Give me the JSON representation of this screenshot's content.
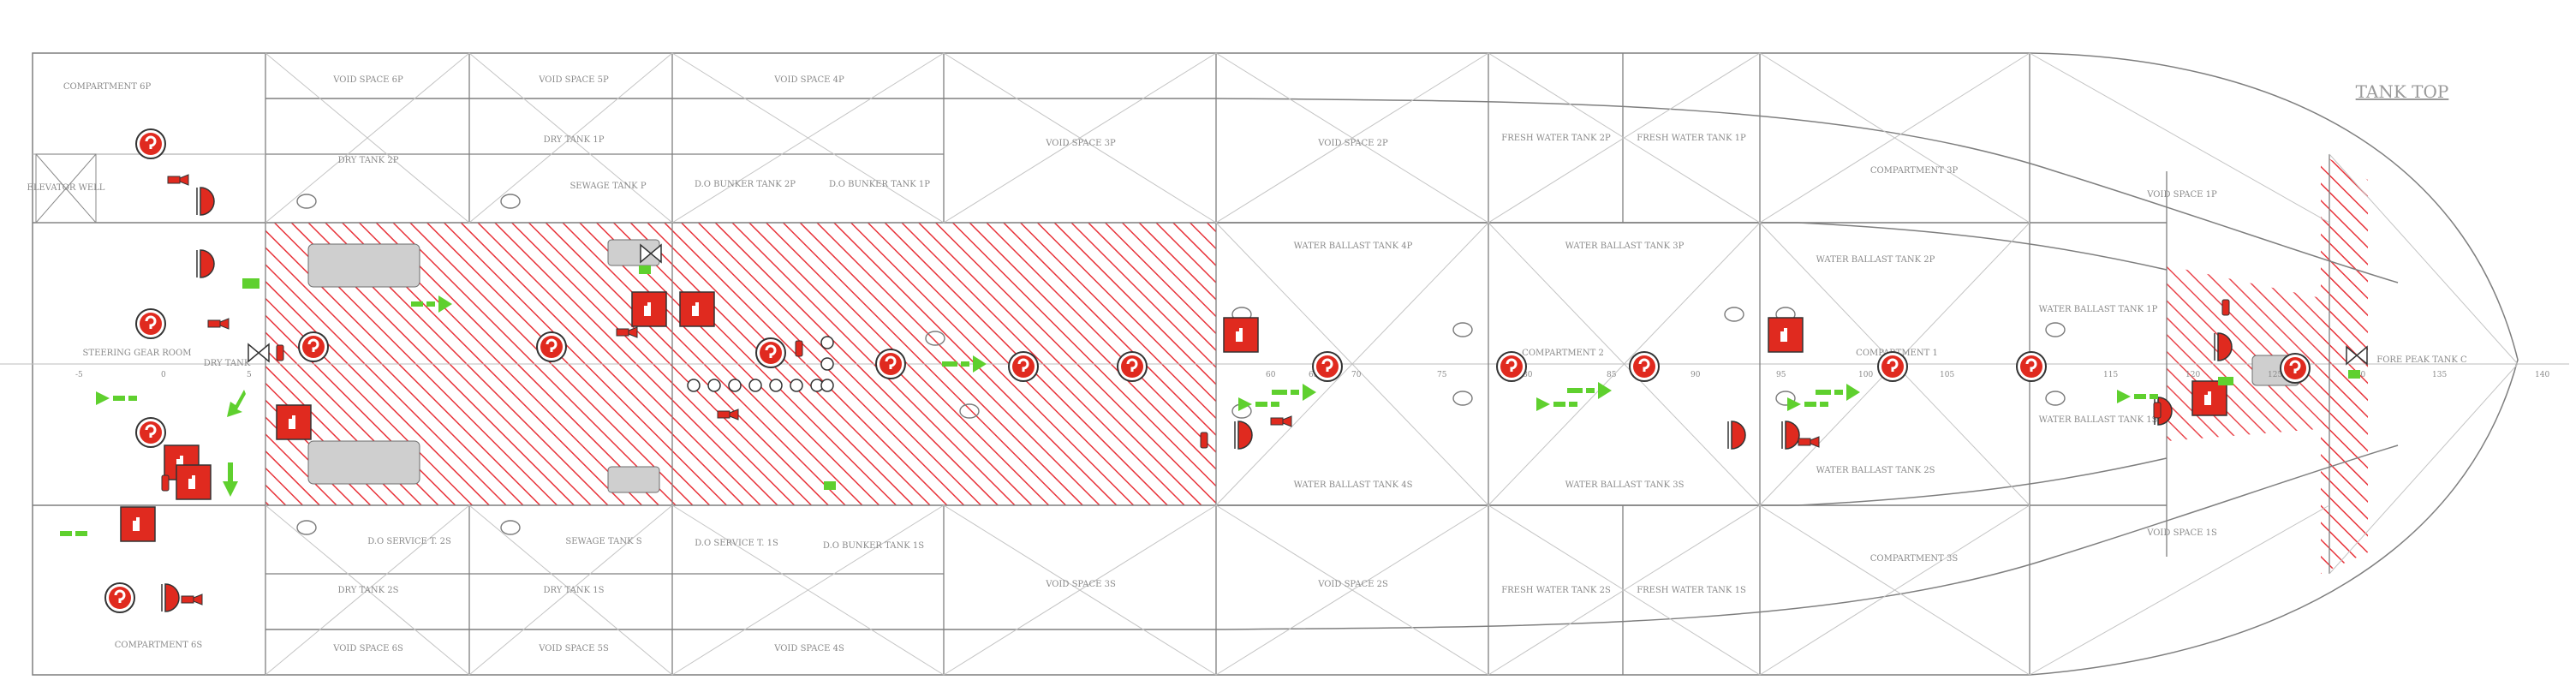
{
  "diagram_title": "TANK TOP",
  "colors": {
    "hull_line": "#7f7f7f",
    "grid_line": "#b3b3b3",
    "hazard_hatch": "#e8333a",
    "fire_red": "#e02a1f",
    "escape_arrow": "#5fd02e",
    "label_gray": "#8a8a8a"
  },
  "compartments": [
    {
      "id": "compartment-6p",
      "label": "COMPARTMENT 6P"
    },
    {
      "id": "elevator-well",
      "label": "ELEVATOR WELL"
    },
    {
      "id": "steering-gear-room",
      "label": "STEERING GEAR ROOM"
    },
    {
      "id": "compartment-6s",
      "label": "COMPARTMENT 6S"
    },
    {
      "id": "void-space-6p",
      "label": "VOID SPACE 6P"
    },
    {
      "id": "void-space-5p",
      "label": "VOID SPACE 5P"
    },
    {
      "id": "void-space-4p",
      "label": "VOID SPACE 4P"
    },
    {
      "id": "void-space-3p",
      "label": "VOID SPACE 3P"
    },
    {
      "id": "void-space-2p",
      "label": "VOID SPACE 2P"
    },
    {
      "id": "void-space-1p",
      "label": "VOID SPACE 1P"
    },
    {
      "id": "dry-tank-2p",
      "label": "DRY TANK 2P"
    },
    {
      "id": "dry-tank-1p",
      "label": "DRY TANK 1P"
    },
    {
      "id": "sewage-tank-p",
      "label": "SEWAGE TANK P"
    },
    {
      "id": "do-bunker-tank-2p",
      "label": "D.O BUNKER TANK 2P"
    },
    {
      "id": "do-bunker-tank-1p",
      "label": "D.O BUNKER TANK 1P"
    },
    {
      "id": "fresh-water-tank-2p",
      "label": "FRESH WATER TANK 2P"
    },
    {
      "id": "fresh-water-tank-1p",
      "label": "FRESH WATER TANK 1P"
    },
    {
      "id": "compartment-3p",
      "label": "COMPARTMENT 3P"
    },
    {
      "id": "water-ballast-tank-4p",
      "label": "WATER BALLAST TANK 4P"
    },
    {
      "id": "water-ballast-tank-3p",
      "label": "WATER BALLAST TANK 3P"
    },
    {
      "id": "water-ballast-tank-2p",
      "label": "WATER BALLAST TANK 2P"
    },
    {
      "id": "water-ballast-tank-1p",
      "label": "WATER BALLAST TANK 1P"
    },
    {
      "id": "dry-tank-c",
      "label": "DRY TANK"
    },
    {
      "id": "compartment-2",
      "label": "COMPARTMENT 2"
    },
    {
      "id": "compartment-1",
      "label": "COMPARTMENT 1"
    },
    {
      "id": "fore-peak-tank-c",
      "label": "FORE PEAK TANK C"
    },
    {
      "id": "water-ballast-tank-1s",
      "label": "WATER BALLAST TANK 1S"
    },
    {
      "id": "water-ballast-tank-4s",
      "label": "WATER BALLAST TANK 4S"
    },
    {
      "id": "water-ballast-tank-3s",
      "label": "WATER BALLAST TANK 3S"
    },
    {
      "id": "water-ballast-tank-2s",
      "label": "WATER BALLAST TANK 2S"
    },
    {
      "id": "compartment-3s",
      "label": "COMPARTMENT 3S"
    },
    {
      "id": "do-service-t-2s",
      "label": "D.O SERVICE T. 2S"
    },
    {
      "id": "sewage-tank-s",
      "label": "SEWAGE TANK S"
    },
    {
      "id": "do-service-t-1s",
      "label": "D.O SERVICE T. 1S"
    },
    {
      "id": "do-bunker-tank-1s",
      "label": "D.O BUNKER TANK 1S"
    },
    {
      "id": "dry-tank-2s",
      "label": "DRY TANK 2S"
    },
    {
      "id": "dry-tank-1s",
      "label": "DRY TANK 1S"
    },
    {
      "id": "void-space-6s",
      "label": "VOID SPACE 6S"
    },
    {
      "id": "void-space-5s",
      "label": "VOID SPACE 5S"
    },
    {
      "id": "void-space-4s",
      "label": "VOID SPACE 4S"
    },
    {
      "id": "void-space-3s",
      "label": "VOID SPACE 3S"
    },
    {
      "id": "void-space-2s",
      "label": "VOID SPACE 2S"
    },
    {
      "id": "void-space-1s",
      "label": "VOID SPACE 1S"
    },
    {
      "id": "fresh-water-tank-2s",
      "label": "FRESH WATER TANK 2S"
    },
    {
      "id": "fresh-water-tank-1s",
      "label": "FRESH WATER TANK 1S"
    }
  ],
  "frame_ticks": [
    "-5",
    "0",
    "5",
    "60",
    "65",
    "70",
    "75",
    "80",
    "85",
    "90",
    "95",
    "100",
    "105",
    "110",
    "115",
    "120",
    "125",
    "130",
    "135",
    "140"
  ],
  "symbols": [
    {
      "type": "fire-detector",
      "icon": "fire-detector-icon"
    },
    {
      "type": "manual-call-point",
      "icon": "manual-call-point-icon"
    },
    {
      "type": "fire-alarm-bell",
      "icon": "alarm-bell-icon"
    },
    {
      "type": "fire-extinguisher",
      "icon": "fire-extinguisher-icon"
    },
    {
      "type": "fire-hose",
      "icon": "fire-hose-icon"
    },
    {
      "type": "escape-route-arrow",
      "icon": "escape-arrow-icon"
    },
    {
      "type": "manhole",
      "icon": "manhole-icon"
    },
    {
      "type": "fire-damper-valve",
      "icon": "valve-icon"
    }
  ]
}
